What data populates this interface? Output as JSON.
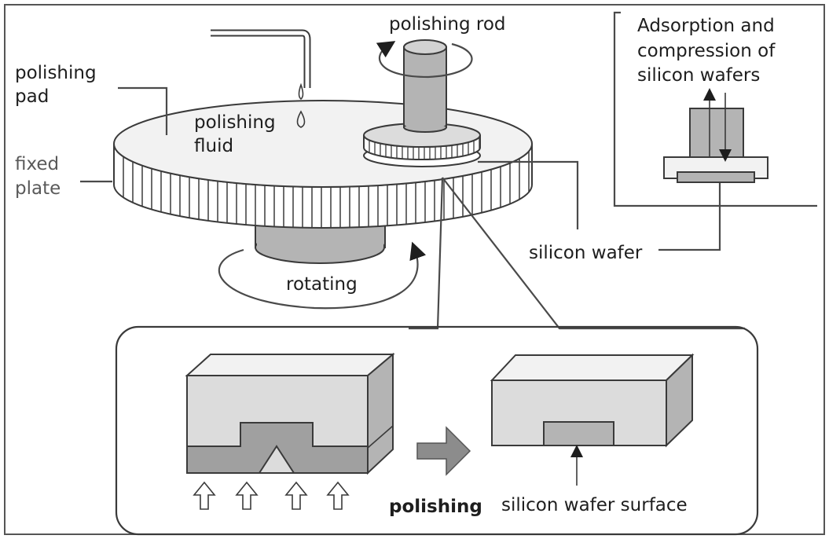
{
  "labels": {
    "polishing_rod": "polishing rod",
    "polishing_pad_1": "polishing",
    "polishing_pad_2": "pad",
    "polishing_fluid_1": "polishing",
    "polishing_fluid_2": "fluid",
    "fixed_plate_1": "fixed",
    "fixed_plate_2": "plate",
    "adsorption_1": "Adsorption and",
    "adsorption_2": "compression of",
    "adsorption_3": "silicon wafers",
    "silicon_wafer": "silicon wafer",
    "rotating": "rotating",
    "polishing": "polishing",
    "silicon_wafer_surface": "silicon wafer surface"
  },
  "colors": {
    "outline": "#3a3a3a",
    "pad_top": "#f2f2f2",
    "fill_light": "#dcdcdc",
    "fill_mid": "#b4b4b4",
    "fill_dark": "#a0a0a0",
    "arrow_fill": "#8c8c8c"
  }
}
